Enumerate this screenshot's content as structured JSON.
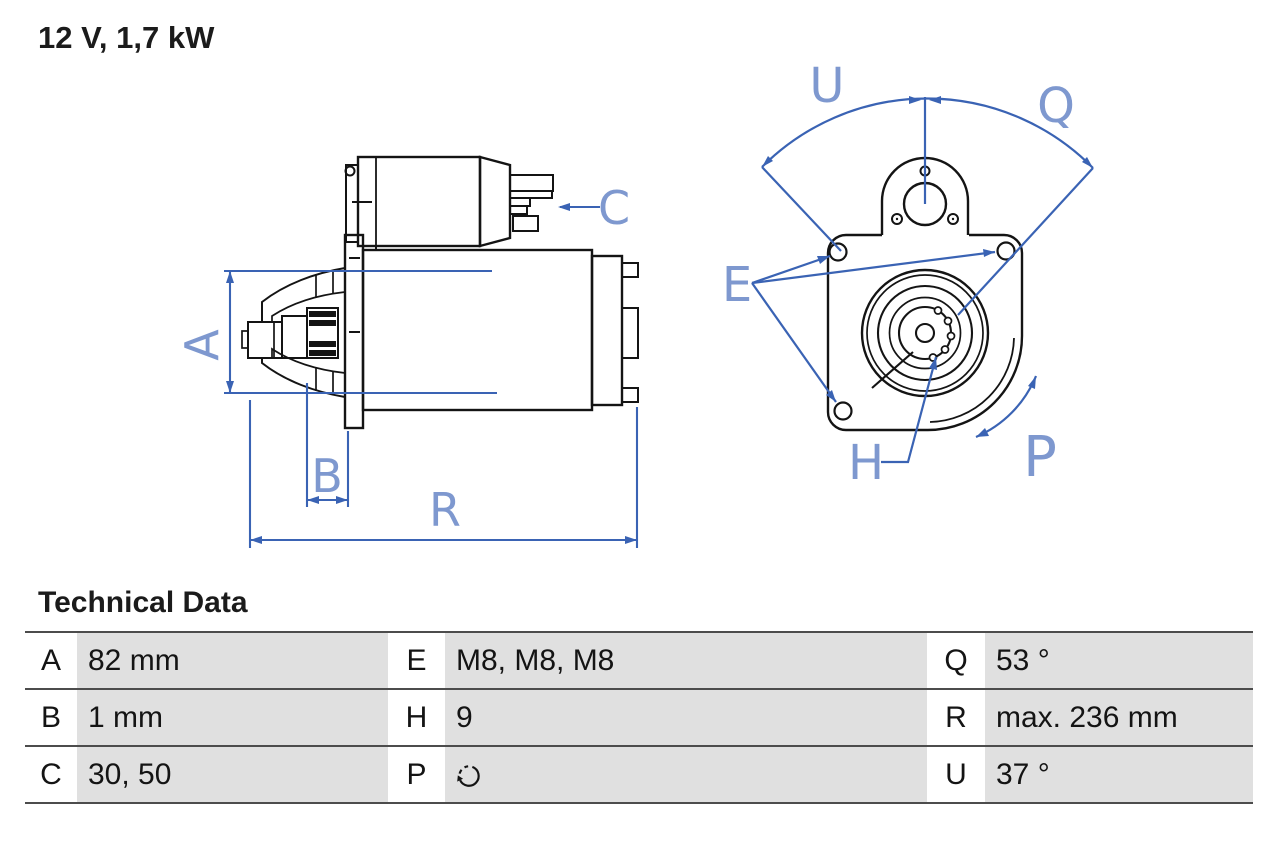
{
  "page": {
    "title": "12 V, 1,7 kW"
  },
  "diagram": {
    "side_view_labels": {
      "a": "A",
      "b": "B",
      "c": "C",
      "r": "R"
    },
    "front_view_labels": {
      "e": "E",
      "h": "H",
      "p": "P",
      "q": "Q",
      "u": "U"
    }
  },
  "table": {
    "heading": "Technical Data",
    "rows": [
      {
        "cells": [
          {
            "key": "A",
            "value": "82 mm"
          },
          {
            "key": "E",
            "value": "M8, M8, M8"
          },
          {
            "key": "Q",
            "value": "53 °"
          }
        ]
      },
      {
        "cells": [
          {
            "key": "B",
            "value": "1 mm"
          },
          {
            "key": "H",
            "value": "9"
          },
          {
            "key": "R",
            "value": "max. 236 mm"
          }
        ]
      },
      {
        "cells": [
          {
            "key": "C",
            "value": "30, 50"
          },
          {
            "key": "P",
            "value": "",
            "icon": "rotation-direction-icon"
          },
          {
            "key": "U",
            "value": "37 °"
          }
        ]
      }
    ]
  },
  "colors": {
    "dimension_blue": "#3a63b4",
    "label_blue": "#7e98cf",
    "line_black": "#141414",
    "table_gray": "#e0e0e0",
    "rule_gray": "#4c4c4c"
  }
}
